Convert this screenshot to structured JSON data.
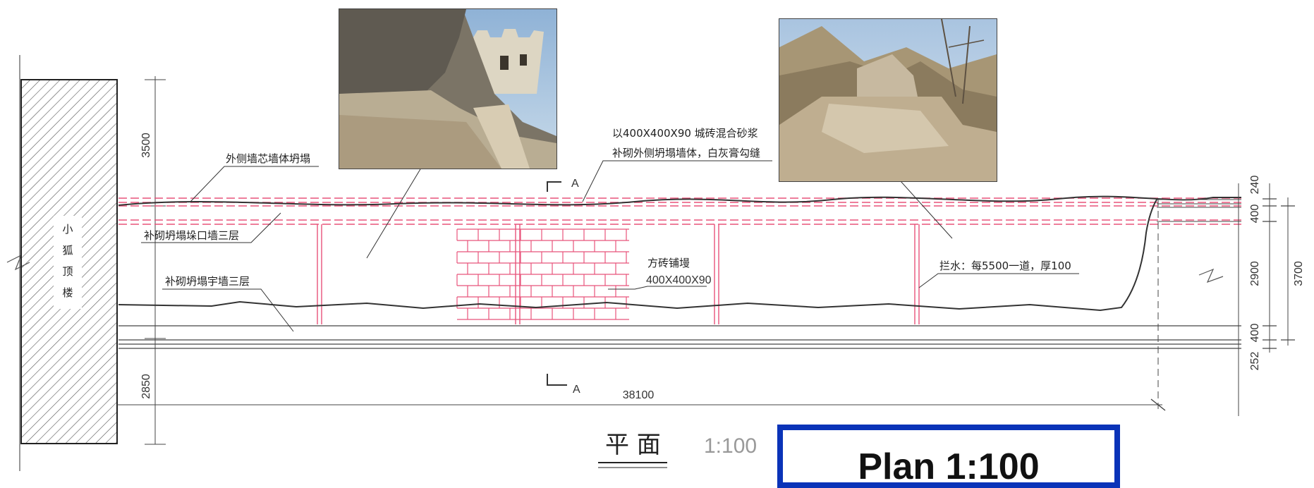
{
  "labels": {
    "tower_name": [
      "小",
      "狐",
      "顶",
      "楼"
    ],
    "outer_wall_collapse": "外侧墙芯墙体坍塌",
    "rebuild_spec_line1": "以400X400X90 城砖混合砂浆",
    "rebuild_spec_line2": "补砌外侧坍塌墙体，白灰膏勾缝",
    "rebuild_crenel_wall": "补砌坍塌垛口墙三层",
    "rebuild_parapet_wall": "补砌坍塌宇墙三层",
    "square_brick_paving": "方砖铺墁",
    "square_brick_size": "400X400X90",
    "water_barrier": "拦水：每5500一道，厚100",
    "section_mark": "A",
    "plan_title": "平  面",
    "plan_scale": "1:100"
  },
  "dimensions": {
    "left_top": "3500",
    "left_bottom": "2850",
    "total_length": "38100",
    "right_240": "240",
    "right_400_top": "400",
    "right_2900": "2900",
    "right_3700": "3700",
    "right_400_bottom": "400",
    "right_252": "252"
  },
  "caption": "Plan 1:100",
  "colors": {
    "repair_red": "#e8537a",
    "line_dark": "#333333",
    "caption_border": "#0a33b8"
  }
}
